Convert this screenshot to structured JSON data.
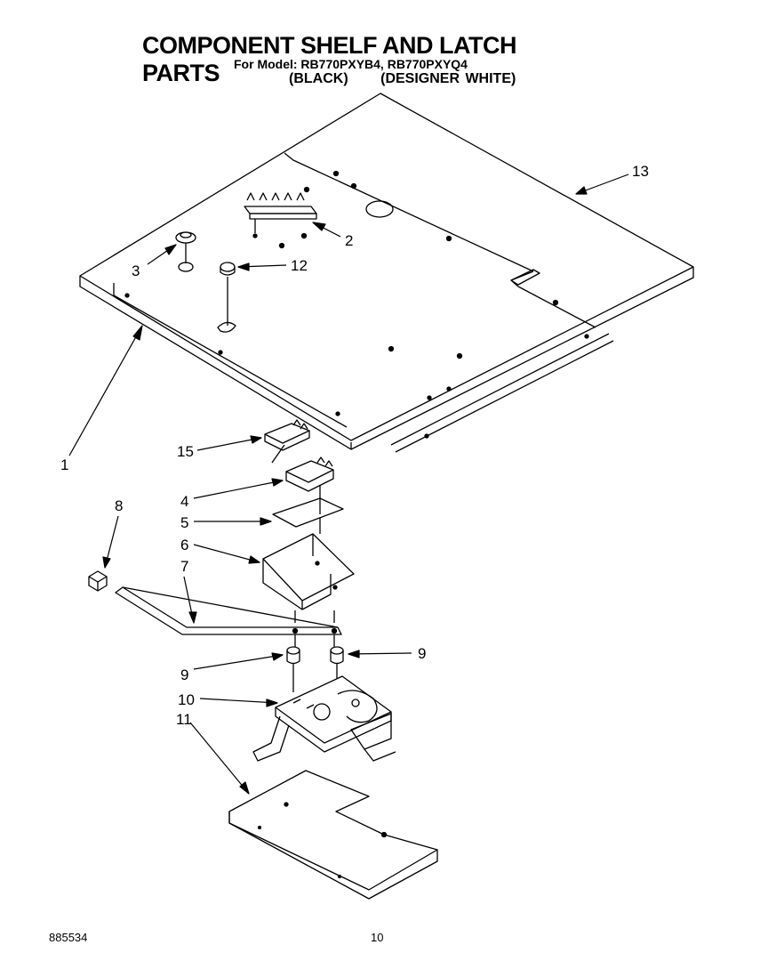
{
  "header": {
    "title": "COMPONENT SHELF AND LATCH PARTS",
    "subtitle": "For Model: RB770PXYB4, RB770PXYQ4",
    "variant_black": "(BLACK)",
    "variant_white": "(DESIGNER WHITE)"
  },
  "callouts": [
    "1",
    "2",
    "3",
    "4",
    "5",
    "6",
    "7",
    "8",
    "9",
    "9",
    "10",
    "11",
    "12",
    "13",
    "15"
  ],
  "footer": {
    "doc_number": "885534",
    "page_number": "10"
  }
}
